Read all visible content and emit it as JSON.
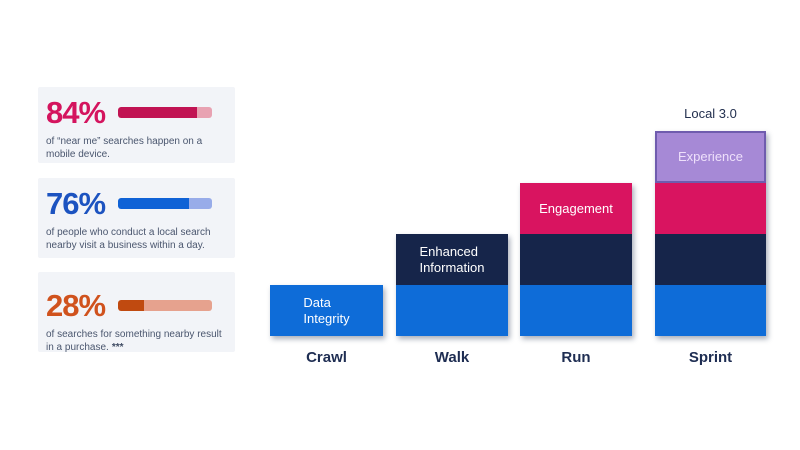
{
  "stats": [
    {
      "value": "84%",
      "percent": 84,
      "description": "of “near me” searches happen on a mobile device.",
      "suffix": "",
      "colors": {
        "accent": "#d4145e",
        "fill": "#c11353",
        "track": "#e8a2b2"
      }
    },
    {
      "value": "76%",
      "percent": 76,
      "description": "of people who conduct a local search nearby visit a business within a day.",
      "suffix": "",
      "colors": {
        "accent": "#1c53c0",
        "fill": "#0f62d6",
        "track": "#98ace9"
      }
    },
    {
      "value": "28%",
      "percent": 28,
      "description": "of searches for something nearby result in a purchase.",
      "suffix": "***",
      "colors": {
        "accent": "#d0521d",
        "fill": "#c04a10",
        "track": "#e6a28e"
      }
    }
  ],
  "chart": {
    "annotation": "Local 3.0",
    "labels": [
      "Crawl",
      "Walk",
      "Run",
      "Sprint"
    ],
    "block_labels": {
      "data_integrity": "Data\nIntegrity",
      "enhanced_information": "Enhanced\nInformation",
      "engagement": "Engagement",
      "experience": "Experience"
    },
    "colors": {
      "data_integrity": "#0e6cd8",
      "enhanced_information": "#16254a",
      "engagement": "#d91460",
      "experience": "#a689d6",
      "experience_border": "#6f5cae",
      "axis_label": "#1e2d52"
    }
  },
  "chart_data": {
    "type": "bar",
    "stacked": true,
    "title": "",
    "xlabel": "",
    "ylabel": "",
    "grid": false,
    "legend": false,
    "categories": [
      "Crawl",
      "Walk",
      "Run",
      "Sprint"
    ],
    "series": [
      {
        "name": "Data Integrity",
        "color": "#0e6cd8",
        "values": [
          1,
          1,
          1,
          1
        ]
      },
      {
        "name": "Enhanced Information",
        "color": "#16254a",
        "values": [
          0,
          1,
          1,
          1
        ]
      },
      {
        "name": "Engagement",
        "color": "#d91460",
        "values": [
          0,
          0,
          1,
          1
        ]
      },
      {
        "name": "Experience",
        "color": "#a689d6",
        "values": [
          0,
          0,
          0,
          1
        ]
      }
    ],
    "segment_labels": [
      {
        "series": "Data Integrity",
        "shown_on_category": "Crawl"
      },
      {
        "series": "Enhanced Information",
        "shown_on_category": "Walk"
      },
      {
        "series": "Engagement",
        "shown_on_category": "Run"
      },
      {
        "series": "Experience",
        "shown_on_category": "Sprint"
      }
    ],
    "annotations": [
      {
        "text": "Local 3.0",
        "category": "Sprint",
        "position": "above-bar"
      }
    ],
    "side_stats": [
      {
        "value": 84,
        "unit": "%",
        "note": "of “near me” searches happen on a mobile device."
      },
      {
        "value": 76,
        "unit": "%",
        "note": "of people who conduct a local search nearby visit a business within a day."
      },
      {
        "value": 28,
        "unit": "%",
        "note": "of searches for something nearby result in a purchase. ***"
      }
    ]
  }
}
